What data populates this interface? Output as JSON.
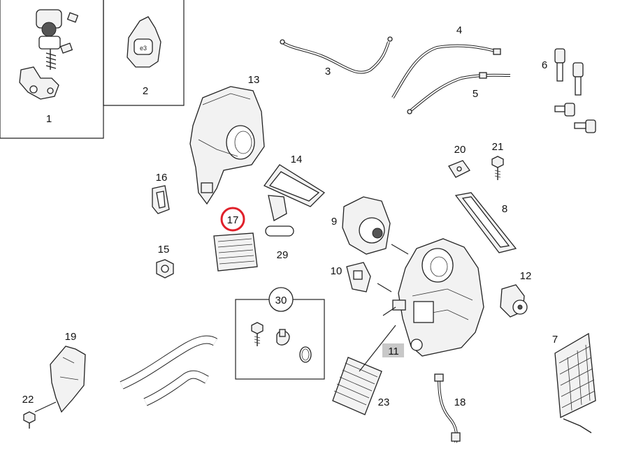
{
  "diagram": {
    "labels": {
      "p1": "1",
      "p2": "2",
      "p3": "3",
      "p4": "4",
      "p5": "5",
      "p6": "6",
      "p7": "7",
      "p8": "8",
      "p9": "9",
      "p10": "10",
      "p11": "11",
      "p12": "12",
      "p13": "13",
      "p14": "14",
      "p15": "15",
      "p16": "16",
      "p17": "17",
      "p18": "18",
      "p19": "19",
      "p20": "20",
      "p21": "21",
      "p22": "22",
      "p23": "23",
      "p29": "29",
      "p30": "30"
    },
    "highlight": {
      "selected_part": "17",
      "ring_color": "#e0202a",
      "tag_color": "#c8c8c8"
    }
  }
}
